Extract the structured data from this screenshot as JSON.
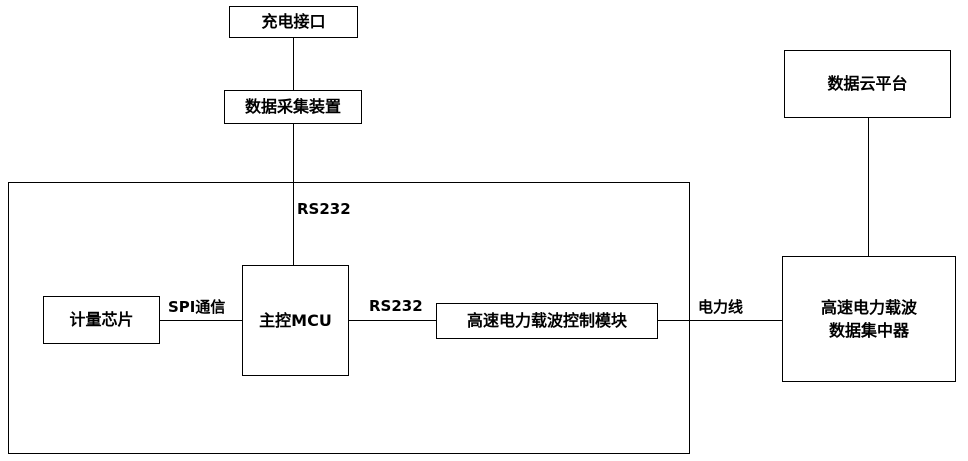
{
  "nodes": {
    "charging_port": "充电接口",
    "data_acquisition": "数据采集装置",
    "metering_chip": "计量芯片",
    "main_mcu": "主控MCU",
    "plc_control_module": "高速电力载波控制模块",
    "concentrator_line1": "高速电力载波",
    "concentrator_line2": "数据集中器",
    "cloud_platform": "数据云平台"
  },
  "edges": {
    "rs232_top": "RS232",
    "spi": "SPI通信",
    "rs232_mid": "RS232",
    "power_line": "电力线"
  }
}
